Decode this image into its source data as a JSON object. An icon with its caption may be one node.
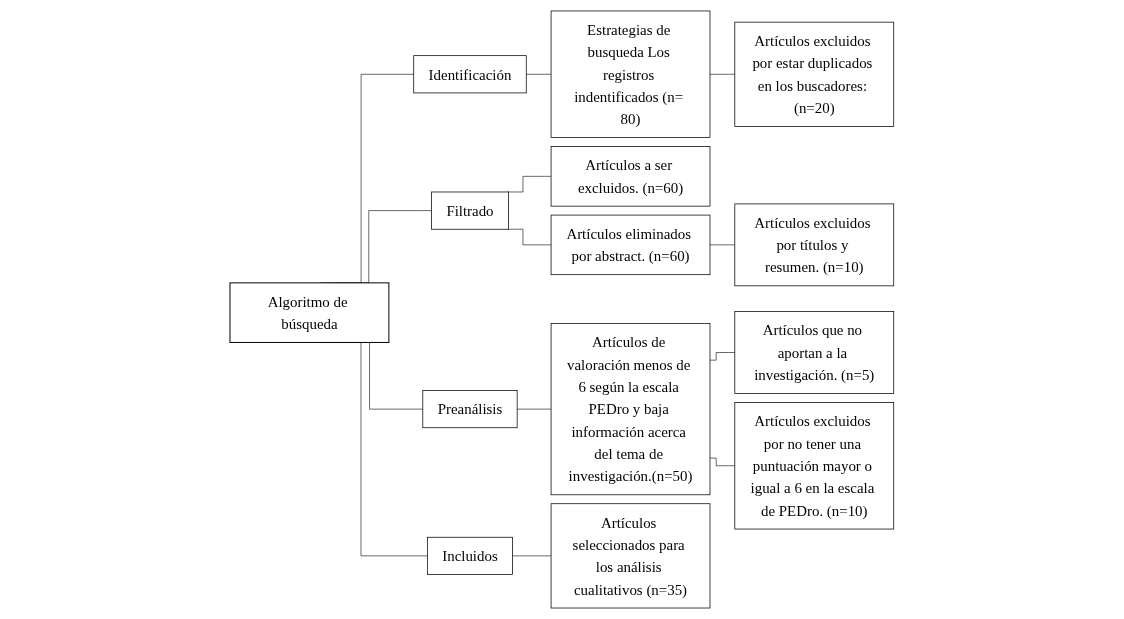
{
  "diagram": {
    "nodes": [
      {
        "text": [
          "Algoritmo de búsqueda"
        ]
      },
      {
        "text": [
          "Identificación"
        ]
      },
      {
        "text": [
          "Estrategias de busqueda Los registros indentificados (n= 80)"
        ]
      },
      {
        "text": [
          "Artículos excluidos por estar duplicados en los buscadores: (n=20)"
        ]
      },
      {
        "text": [
          "Filtrado"
        ]
      },
      {
        "text": [
          "Artículos a ser excluidos. (n=60)"
        ]
      },
      {
        "text": [
          "Artículos eliminados por abstract. (n=60)"
        ]
      },
      {
        "text": [
          "Artículos excluidos por títulos y resumen. (n=10)"
        ]
      },
      {
        "text": [
          "Preanálisis"
        ]
      },
      {
        "text": [
          "Artículos de valoración menos de 6 según la escala PEDro y baja información acerca del tema de investigación.(n=50)"
        ]
      },
      {
        "text": [
          "Artículos que no aportan a la investigación. (n=5)"
        ]
      },
      {
        "text": [
          "Artículos excluidos por no tener una puntuación mayor o igual a 6 en la escala de PEDro. (n=10)"
        ]
      },
      {
        "text": [
          "Incluidos"
        ]
      },
      {
        "text": [
          "Artículos seleccionados para los análisis cualitativos (n=35)"
        ]
      }
    ],
    "edges": [
      {
        "from": 0,
        "to": 1,
        "arrow": "none"
      },
      {
        "from": 0,
        "to": 4,
        "arrow": "none"
      },
      {
        "from": 0,
        "to": 8,
        "arrow": "none"
      },
      {
        "from": 0,
        "to": 12,
        "arrow": "none"
      },
      {
        "from": 1,
        "to": 2,
        "arrow": "none"
      },
      {
        "from": 2,
        "to": 3,
        "arrow": "none"
      },
      {
        "from": 4,
        "to": 5,
        "arrow": "none"
      },
      {
        "from": 4,
        "to": 6,
        "arrow": "none"
      },
      {
        "from": 6,
        "to": 7,
        "arrow": "none"
      },
      {
        "from": 8,
        "to": 9,
        "arrow": "none"
      },
      {
        "from": 9,
        "to": 10,
        "arrow": "none"
      },
      {
        "from": 9,
        "to": 11,
        "arrow": "none"
      },
      {
        "from": 12,
        "to": 13,
        "arrow": "none"
      }
    ]
  }
}
